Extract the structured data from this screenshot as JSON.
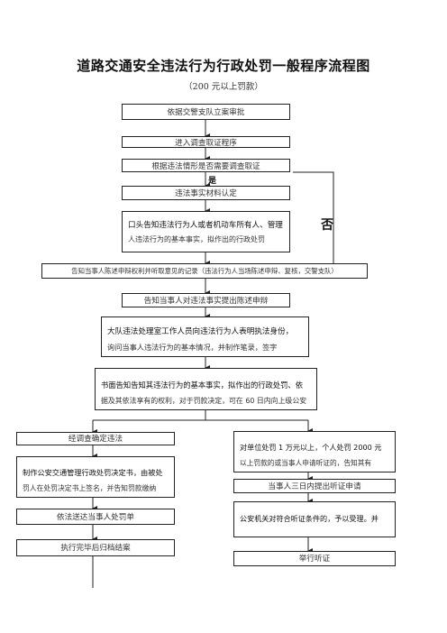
{
  "title": "道路交通安全违法行为行政处罚一般程序流程图",
  "subtitle": "（200 元以上罚款）",
  "nodes": {
    "n1": "依据交警支队立案审批",
    "n2": "进入调查取证程序",
    "n3": "根据违法情形是否需要调查取证",
    "n4": "违法事实材料认定",
    "n5_line1": "口头告知违法行为人或者机动车所有人、管理",
    "n5_line2": "人违法行为的基本事实，拟作出的行政处罚",
    "n6": "告知当事人陈述申辩权利并听取意见的记录（违法行为人当场陈述申辩、复核，交警支队）",
    "n7": "告知当事人对违法事实提出陈述申辩",
    "n8_line1": "大队违法处理室工作人员向违法行为人表明执法身份，",
    "n8_line2": "询问当事人违法行为的基本情况，并制作笔录，签字",
    "n9_line1": "书面告知告知其违法行为的基本事实，拟作出的行政处罚、依",
    "n9_line2": "据及其依法享有的权利，对于罚款决定，可在 60 日内向上级公安",
    "n10": "经调查确定违法",
    "n11_line1": "制作公安交通管理行政处罚决定书，由被处",
    "n11_line2": "罚人在处罚决定书上签名，并告知罚款缴纳",
    "n12": "依法送达当事人处罚单",
    "n13": "执行完毕后归档结案",
    "r1_line1": "对单位处罚 1 万元以上，个人处罚 2000 元",
    "r1_line2": "以上罚款的或当事人申请听证的，告知其有",
    "r2": "当事人三日内提出听证申请",
    "r3_line1": "公安机关对符合听证条件的，予以受理。并",
    "r4": "举行听证"
  },
  "labels": {
    "yes": "是",
    "no": "否"
  }
}
